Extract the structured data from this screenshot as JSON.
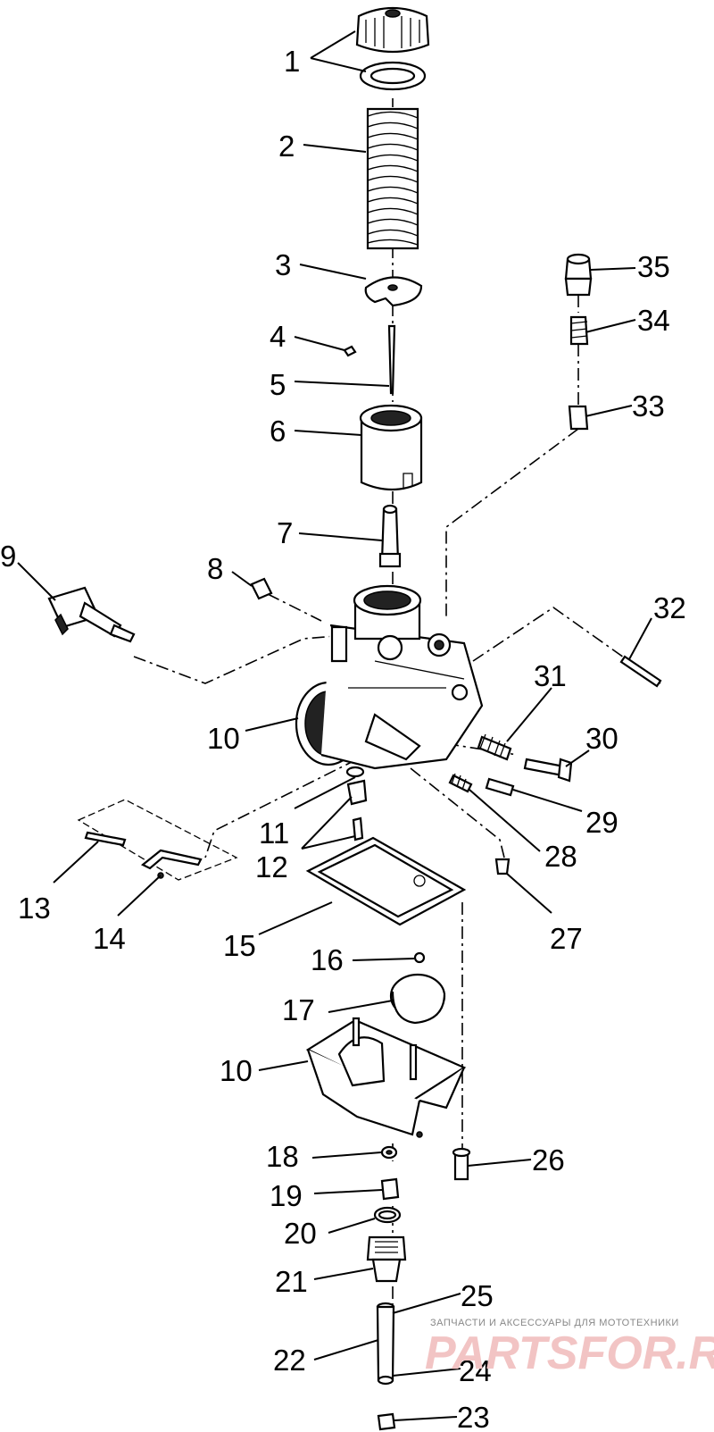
{
  "labels": [
    "1",
    "2",
    "3",
    "4",
    "5",
    "6",
    "7",
    "8",
    "9",
    "10",
    "10",
    "11",
    "12",
    "13",
    "14",
    "15",
    "16",
    "17",
    "18",
    "19",
    "20",
    "21",
    "22",
    "23",
    "24",
    "25",
    "26",
    "27",
    "28",
    "29",
    "30",
    "31",
    "32",
    "33",
    "34",
    "35"
  ],
  "watermark": {
    "tagline": "ЗАПЧАСТИ И АКСЕССУАРЫ ДЛЯ МОТОТЕХНИКИ",
    "brand": "PARTSFOR.RU"
  }
}
